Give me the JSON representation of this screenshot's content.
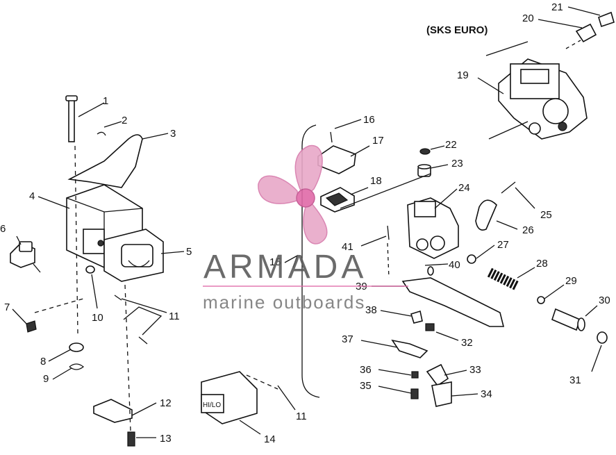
{
  "diagram": {
    "region_label": "(SKS EURO)",
    "callouts": {
      "c1": "1",
      "c2": "2",
      "c3": "3",
      "c4": "4",
      "c5": "5",
      "c6": "6",
      "c7": "7",
      "c8": "8",
      "c9": "9",
      "c10": "10",
      "c11a": "11",
      "c11b": "11",
      "c12": "12",
      "c13": "13",
      "c14": "14",
      "c15": "15",
      "c16": "16",
      "c17": "17",
      "c18": "18",
      "c19": "19",
      "c20": "20",
      "c21": "21",
      "c22": "22",
      "c23": "23",
      "c24": "24",
      "c25": "25",
      "c26": "26",
      "c27": "27",
      "c28": "28",
      "c29": "29",
      "c30": "30",
      "c31": "31",
      "c32": "32",
      "c33": "33",
      "c34": "34",
      "c35": "35",
      "c36": "36",
      "c37": "37",
      "c38": "38",
      "c39": "39",
      "c40": "40",
      "c41": "41"
    },
    "switch_label": "HI/LO"
  },
  "watermark": {
    "brand": "ARMADA",
    "tagline": "marine outboards",
    "colors": {
      "logo": "#e8a8c8",
      "text": "#5b5b5b",
      "underline": "#e06aa8"
    }
  }
}
